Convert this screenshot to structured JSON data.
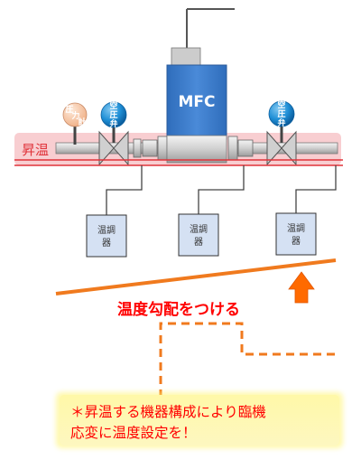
{
  "labels": {
    "heating": "昇温",
    "mfc": "MFC",
    "gradient": "温度勾配をつける",
    "pressure_gauge": [
      "圧",
      "力",
      "計"
    ],
    "air_valve": [
      "空",
      "圧",
      "弁"
    ],
    "temp_controller": [
      "温調",
      "器"
    ]
  },
  "note": {
    "line1": "＊昇温する機器構成により臨機",
    "line2": "応変に温度設定を！"
  },
  "colors": {
    "mfc_fill": "#3f7fcf",
    "heater_band": "#f7c9cc",
    "heater_line": "#e0333a",
    "slope_line": "#f07a1e",
    "arrow": "#ff6a00",
    "note_box": "#fdfbc6",
    "controller_box": "#d5e1f3"
  }
}
